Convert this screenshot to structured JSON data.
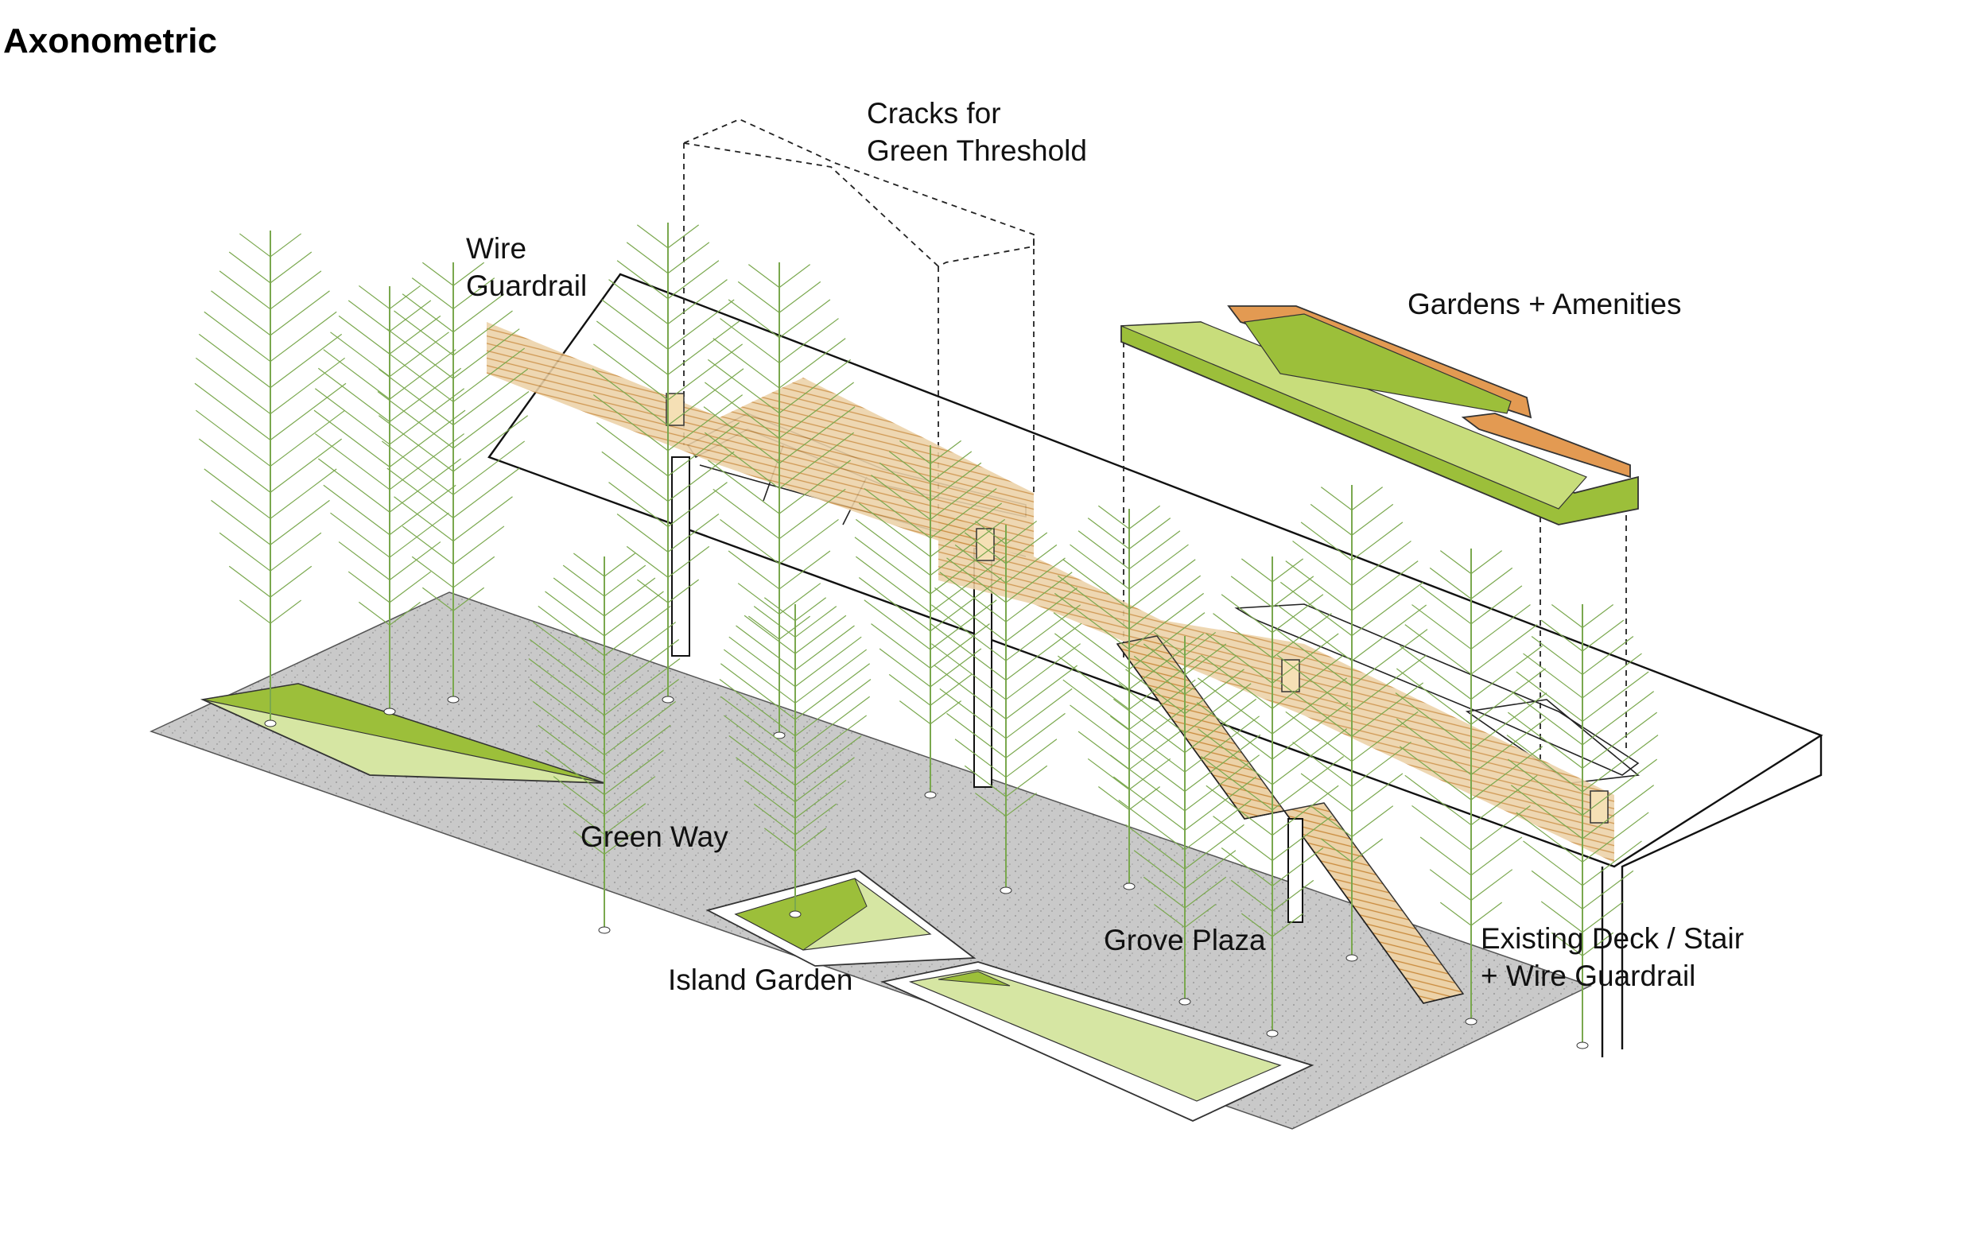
{
  "heading": "Axonometric",
  "labels": {
    "cracks": [
      "Cracks for",
      "Green Threshold"
    ],
    "wire_guardrail": [
      "Wire",
      "Guardrail"
    ],
    "gardens": "Gardens + Amenities",
    "green_way": "Green Way",
    "grove_plaza": "Grove Plaza",
    "island_garden": "Island Garden",
    "existing_deck": [
      "Existing Deck / Stair",
      "+ Wire Guardrail"
    ]
  },
  "colors": {
    "ground": "#c9c9c9",
    "green_dark": "#9cbf3a",
    "green_light": "#d6e6a3",
    "timber": "#ddb37a",
    "timber_edge": "#c98a3c",
    "tree": "#7aa84e"
  }
}
